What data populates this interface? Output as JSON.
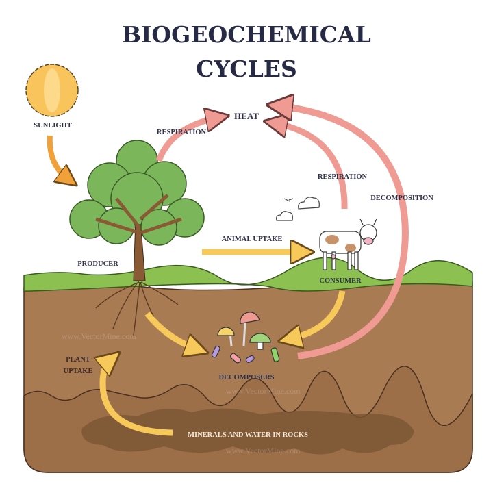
{
  "title": {
    "line1": "BIOGEOCHEMICAL",
    "line2": "CYCLES"
  },
  "labels": {
    "sunlight": "SUNLIGHT",
    "heat": "HEAT",
    "respiration_plant": "RESPIRATION",
    "respiration_animal": "RESPIRATION",
    "decomposition": "DECOMPOSITION",
    "animal_uptake": "ANIMAL UPTAKE",
    "producer": "PRODUCER",
    "consumer": "CONSUMER",
    "decomposers": "DECOMPOSERS",
    "plant_uptake_line1": "PLANT",
    "plant_uptake_line2": "UPTAKE",
    "minerals": "MINERALS AND WATER IN ROCKS"
  },
  "watermark": "www.VectorMine.com",
  "colors": {
    "title": "#262a45",
    "heat_arrows": "#ef9b93",
    "nutrient_arrows": "#f7c95a",
    "sunlight_arrow": "#f0a13a",
    "sun": "#f9c45c",
    "grass": "#8cc152",
    "soil": "#a87b53",
    "deep_soil": "#9c6f48",
    "rock": "#7a5534"
  }
}
